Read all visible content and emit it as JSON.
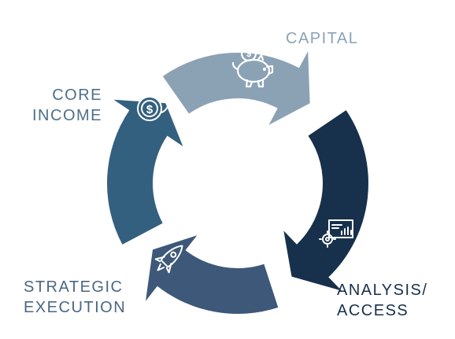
{
  "diagram": {
    "type": "cycle",
    "segments": [
      {
        "id": "capital",
        "lines": [
          "CAPITAL"
        ],
        "icon": "piggy-bank-icon",
        "color": "#8ba2b5",
        "label_color": "#8ba2b5"
      },
      {
        "id": "analysis",
        "lines": [
          "ANALYSIS/",
          "ACCESS"
        ],
        "icon": "analytics-screen-icon",
        "color": "#17304c",
        "label_color": "#17304c"
      },
      {
        "id": "strategic",
        "lines": [
          "STRATEGIC",
          "EXECUTION"
        ],
        "icon": "rocket-icon",
        "color": "#3d5878",
        "label_color": "#4a6784"
      },
      {
        "id": "core",
        "lines": [
          "CORE",
          "INCOME"
        ],
        "icon": "coins-icon",
        "color": "#34607f",
        "label_color": "#4f6f88"
      }
    ]
  }
}
